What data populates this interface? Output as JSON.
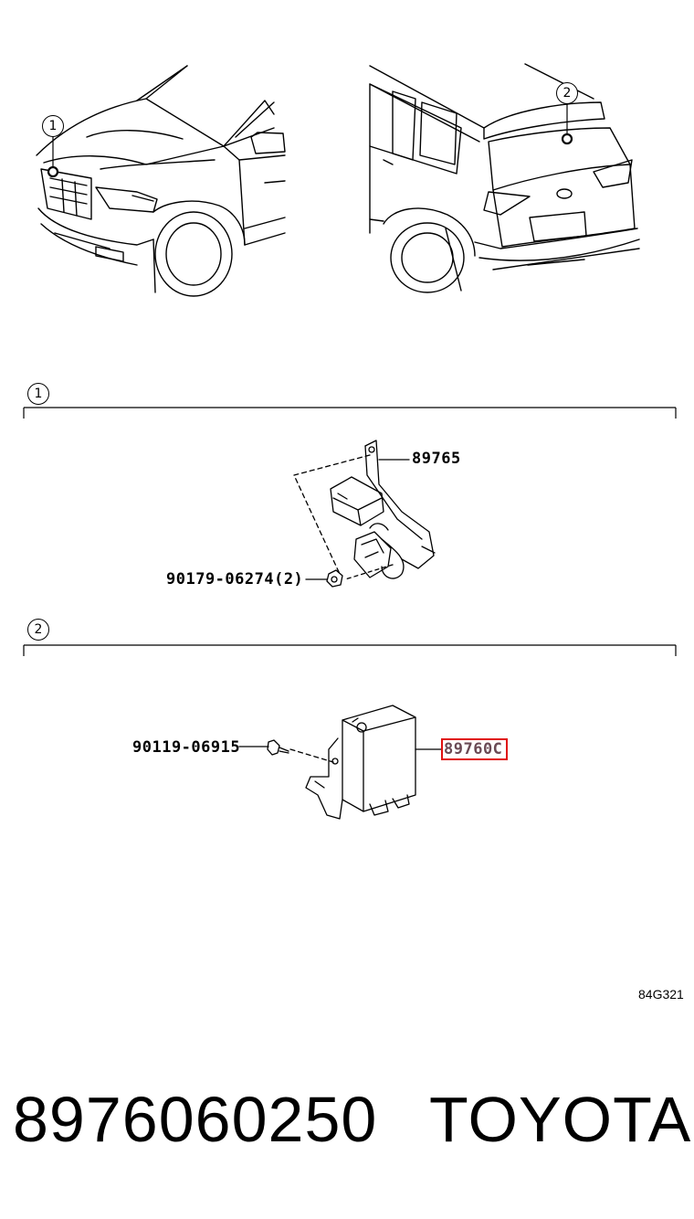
{
  "callouts": {
    "front": "1",
    "rear": "2",
    "section1": "1",
    "section2": "2"
  },
  "section1": {
    "part_bracket": "89765",
    "part_nut": "90179-06274(2)"
  },
  "section2": {
    "part_bolt": "90119-06915",
    "part_ecu": "89760C"
  },
  "figure_code": "84G321",
  "footer": {
    "part_number": "8976060250",
    "brand": "TOYOTA"
  },
  "colors": {
    "highlight_border": "#e01010",
    "highlight_text": "#6b4a55"
  }
}
